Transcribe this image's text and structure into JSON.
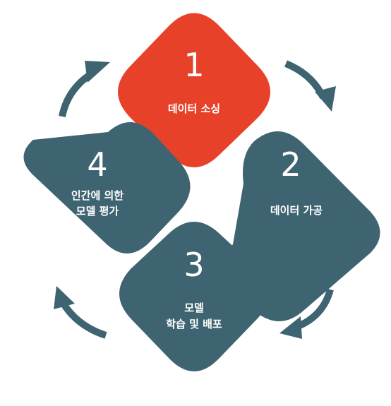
{
  "colors": {
    "accent": "#e8412a",
    "primary": "#3f6471",
    "arrow": "#3f6471",
    "text": "#ffffff",
    "background": "#ffffff"
  },
  "steps": [
    {
      "number": "1",
      "lines": [
        "데이터 소싱"
      ],
      "highlighted": true
    },
    {
      "number": "2",
      "lines": [
        "데이터 가공"
      ],
      "highlighted": false
    },
    {
      "number": "3",
      "lines": [
        "모델",
        "학습 및 배포"
      ],
      "highlighted": false
    },
    {
      "number": "4",
      "lines": [
        "인간에 의한",
        "모델 평가"
      ],
      "highlighted": false
    }
  ],
  "arrows": [
    {
      "from": "1",
      "to": "2",
      "icon": "curved-arrow-icon"
    },
    {
      "from": "2",
      "to": "3",
      "icon": "curved-arrow-icon"
    },
    {
      "from": "3",
      "to": "4",
      "icon": "curved-arrow-icon"
    },
    {
      "from": "4",
      "to": "1",
      "icon": "curved-arrow-icon"
    }
  ]
}
